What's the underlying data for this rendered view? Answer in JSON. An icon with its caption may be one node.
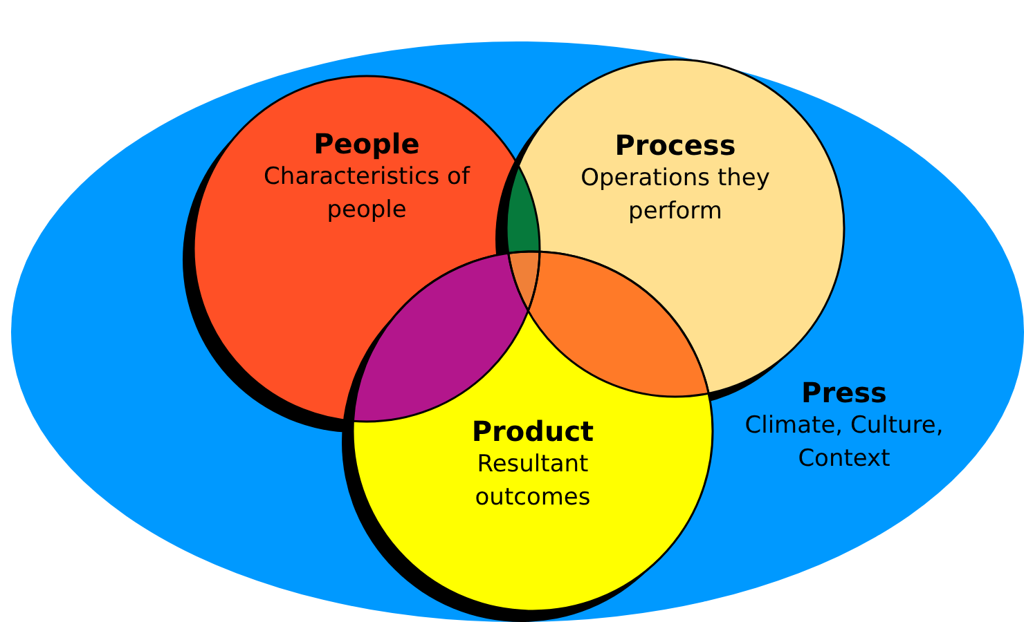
{
  "diagram": {
    "nodes": [
      {
        "text": [
          "Press",
          "Climate, Culture, Context"
        ]
      },
      {
        "text": [
          "People",
          "Characteristics of people"
        ],
        "in": 0
      },
      {
        "text": [
          "Process",
          "Operations they perform"
        ],
        "in": 0
      },
      {
        "text": [
          "Product",
          "Resultant outcomes"
        ],
        "in": 0
      }
    ],
    "edges": []
  }
}
